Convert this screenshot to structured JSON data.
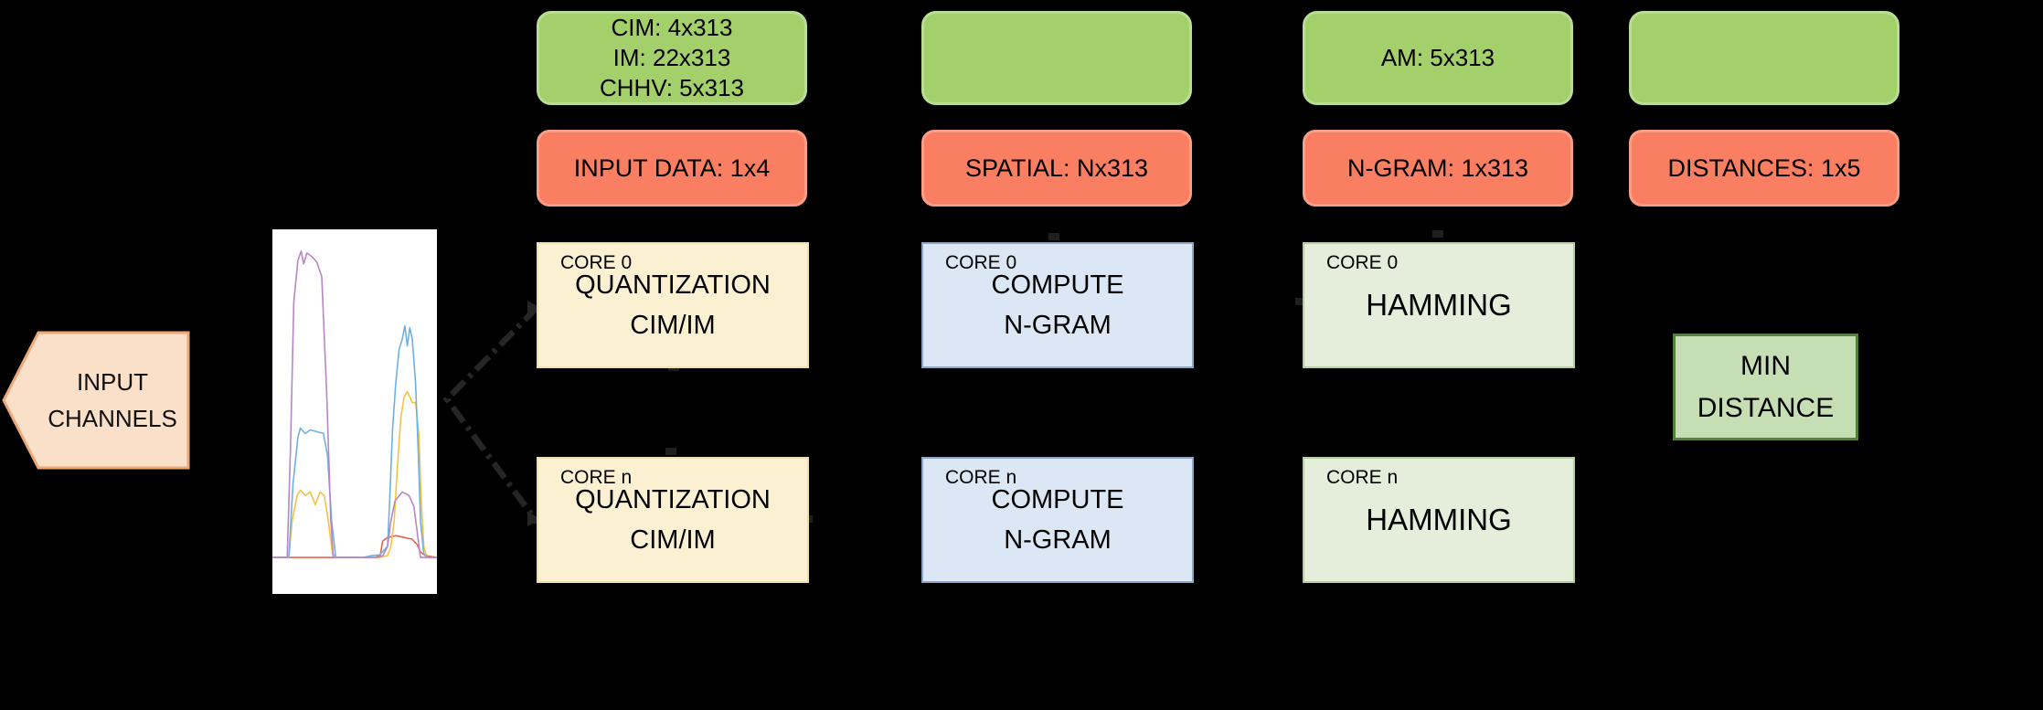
{
  "colors": {
    "background": "#000000",
    "memory_green_fill": "#a4d06b",
    "memory_green_border": "#b9dd92",
    "buffer_salmon_fill": "#f97e62",
    "buffer_salmon_border": "#fb9e85",
    "quant_yellow_fill": "#fbf0d2",
    "ngram_blue_fill": "#dce7f5",
    "hamming_green_fill": "#e4eedb",
    "min_distance_fill": "#c5deb3",
    "min_distance_border": "#538135",
    "input_pentagon_fill": "#fadfc9",
    "input_pentagon_border": "#eda877",
    "connector_dark": "#262626"
  },
  "input_pentagon": {
    "line1": "INPUT",
    "line2": "CHANNELS"
  },
  "memory_row": [
    {
      "lines": [
        "CIM: 4x313",
        "IM: 22x313",
        "CHHV: 5x313"
      ]
    },
    {
      "lines": []
    },
    {
      "lines": [
        "AM: 5x313"
      ]
    },
    {
      "lines": []
    }
  ],
  "buffer_row": [
    {
      "label": "INPUT DATA: 1x4"
    },
    {
      "label": "SPATIAL: Nx313"
    },
    {
      "label": "N-GRAM: 1x313"
    },
    {
      "label": "DISTANCES: 1x5"
    }
  ],
  "core_grid": {
    "rows": [
      {
        "tag": "CORE 0",
        "quant": [
          "QUANTIZATION",
          "CIM/IM"
        ],
        "ngram": [
          "COMPUTE",
          "N-GRAM"
        ],
        "ham": [
          "HAMMING"
        ]
      },
      {
        "tag": "CORE n",
        "quant": [
          "QUANTIZATION",
          "CIM/IM"
        ],
        "ngram": [
          "COMPUTE",
          "N-GRAM"
        ],
        "ham": [
          "HAMMING"
        ]
      }
    ]
  },
  "min_distance_box": {
    "line1": "MIN",
    "line2": "DISTANCE"
  },
  "chart_data": {
    "type": "line",
    "title": "",
    "xlabel": "",
    "ylabel": "",
    "background": "#ffffff",
    "grid": false,
    "axes_visible": false,
    "note": "unlabeled signal bursts of 4 input channels; coordinates are fractions of plot area (x: 0 left - 1 right, y: 0 top - 1 bottom), baseline at y=0.90",
    "baseline_y_frac": 0.9,
    "series": [
      {
        "name": "channel-red",
        "color": "#e4654d",
        "points": [
          [
            0,
            0.9
          ],
          [
            0.62,
            0.9
          ],
          [
            0.655,
            0.895
          ],
          [
            0.67,
            0.855
          ],
          [
            0.7,
            0.845
          ],
          [
            0.75,
            0.84
          ],
          [
            0.8,
            0.845
          ],
          [
            0.85,
            0.85
          ],
          [
            0.88,
            0.865
          ],
          [
            0.9,
            0.885
          ],
          [
            0.93,
            0.895
          ],
          [
            1,
            0.9
          ]
        ]
      },
      {
        "name": "channel-gold",
        "color": "#f5c142",
        "points": [
          [
            0,
            0.9
          ],
          [
            0.1,
            0.9
          ],
          [
            0.12,
            0.8
          ],
          [
            0.15,
            0.73
          ],
          [
            0.17,
            0.715
          ],
          [
            0.2,
            0.73
          ],
          [
            0.23,
            0.72
          ],
          [
            0.26,
            0.755
          ],
          [
            0.29,
            0.72
          ],
          [
            0.315,
            0.73
          ],
          [
            0.34,
            0.8
          ],
          [
            0.365,
            0.89
          ],
          [
            0.39,
            0.9
          ],
          [
            0.65,
            0.9
          ],
          [
            0.7,
            0.895
          ],
          [
            0.72,
            0.87
          ],
          [
            0.74,
            0.8
          ],
          [
            0.76,
            0.65
          ],
          [
            0.78,
            0.52
          ],
          [
            0.8,
            0.46
          ],
          [
            0.82,
            0.445
          ],
          [
            0.85,
            0.475
          ],
          [
            0.87,
            0.475
          ],
          [
            0.89,
            0.56
          ],
          [
            0.905,
            0.75
          ],
          [
            0.92,
            0.87
          ],
          [
            0.94,
            0.9
          ],
          [
            1,
            0.9
          ]
        ]
      },
      {
        "name": "channel-blue",
        "color": "#6fb0e3",
        "points": [
          [
            0,
            0.9
          ],
          [
            0.1,
            0.9
          ],
          [
            0.125,
            0.7
          ],
          [
            0.155,
            0.57
          ],
          [
            0.17,
            0.545
          ],
          [
            0.2,
            0.56
          ],
          [
            0.23,
            0.55
          ],
          [
            0.27,
            0.555
          ],
          [
            0.31,
            0.56
          ],
          [
            0.335,
            0.62
          ],
          [
            0.36,
            0.8
          ],
          [
            0.385,
            0.9
          ],
          [
            0.55,
            0.9
          ],
          [
            0.6,
            0.895
          ],
          [
            0.65,
            0.893
          ],
          [
            0.7,
            0.87
          ],
          [
            0.715,
            0.72
          ],
          [
            0.73,
            0.55
          ],
          [
            0.75,
            0.42
          ],
          [
            0.77,
            0.33
          ],
          [
            0.79,
            0.3
          ],
          [
            0.805,
            0.265
          ],
          [
            0.82,
            0.32
          ],
          [
            0.835,
            0.27
          ],
          [
            0.85,
            0.3
          ],
          [
            0.87,
            0.42
          ],
          [
            0.887,
            0.62
          ],
          [
            0.9,
            0.8
          ],
          [
            0.92,
            0.89
          ],
          [
            0.95,
            0.9
          ],
          [
            1,
            0.9
          ]
        ]
      },
      {
        "name": "channel-purple",
        "color": "#b886c8",
        "points": [
          [
            0,
            0.9
          ],
          [
            0.09,
            0.9
          ],
          [
            0.11,
            0.6
          ],
          [
            0.13,
            0.2
          ],
          [
            0.155,
            0.085
          ],
          [
            0.175,
            0.06
          ],
          [
            0.19,
            0.095
          ],
          [
            0.21,
            0.065
          ],
          [
            0.24,
            0.075
          ],
          [
            0.27,
            0.09
          ],
          [
            0.3,
            0.13
          ],
          [
            0.33,
            0.45
          ],
          [
            0.355,
            0.8
          ],
          [
            0.37,
            0.9
          ],
          [
            0.63,
            0.9
          ],
          [
            0.67,
            0.895
          ],
          [
            0.7,
            0.87
          ],
          [
            0.72,
            0.8
          ],
          [
            0.745,
            0.745
          ],
          [
            0.79,
            0.72
          ],
          [
            0.83,
            0.73
          ],
          [
            0.86,
            0.76
          ],
          [
            0.88,
            0.83
          ],
          [
            0.9,
            0.9
          ],
          [
            1,
            0.9
          ]
        ]
      }
    ]
  }
}
